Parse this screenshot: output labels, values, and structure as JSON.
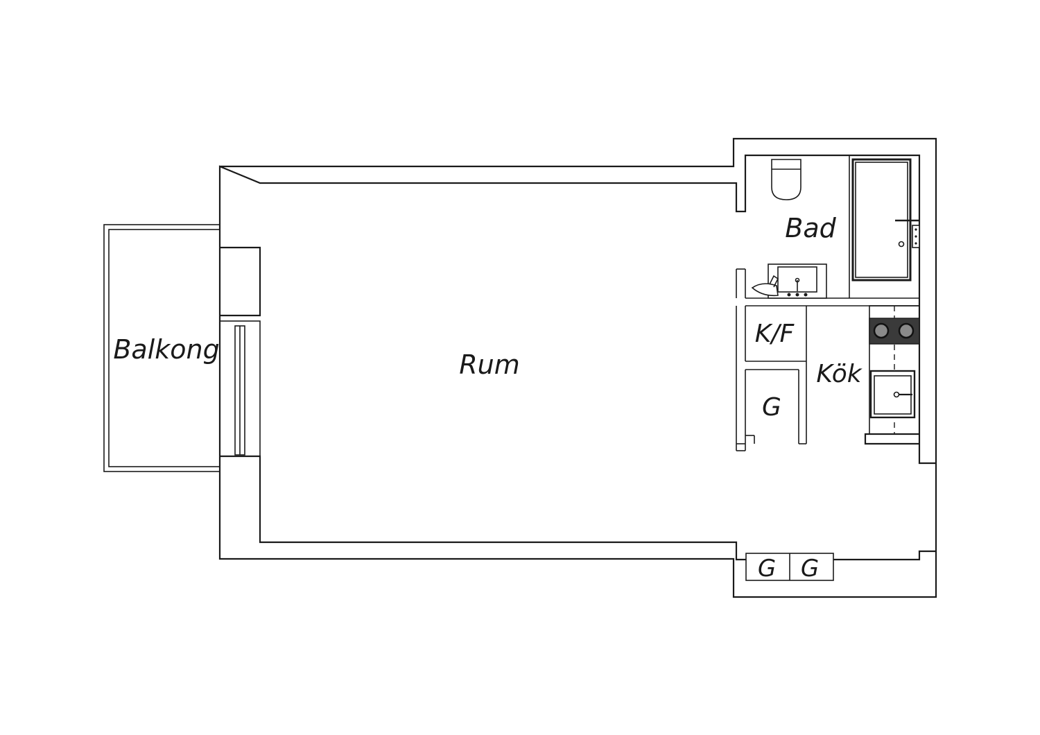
{
  "rooms": {
    "balcony": "Balkong",
    "main_room": "Rum",
    "bathroom": "Bad",
    "fridge_freezer": "K/F",
    "kitchen": "Kök",
    "wardrobe": "G",
    "wardrobe_2": "G",
    "wardrobe_3": "G"
  },
  "colors": {
    "wall": "#1a1a1a",
    "background": "#ffffff",
    "stove": "#3a3a3a"
  }
}
